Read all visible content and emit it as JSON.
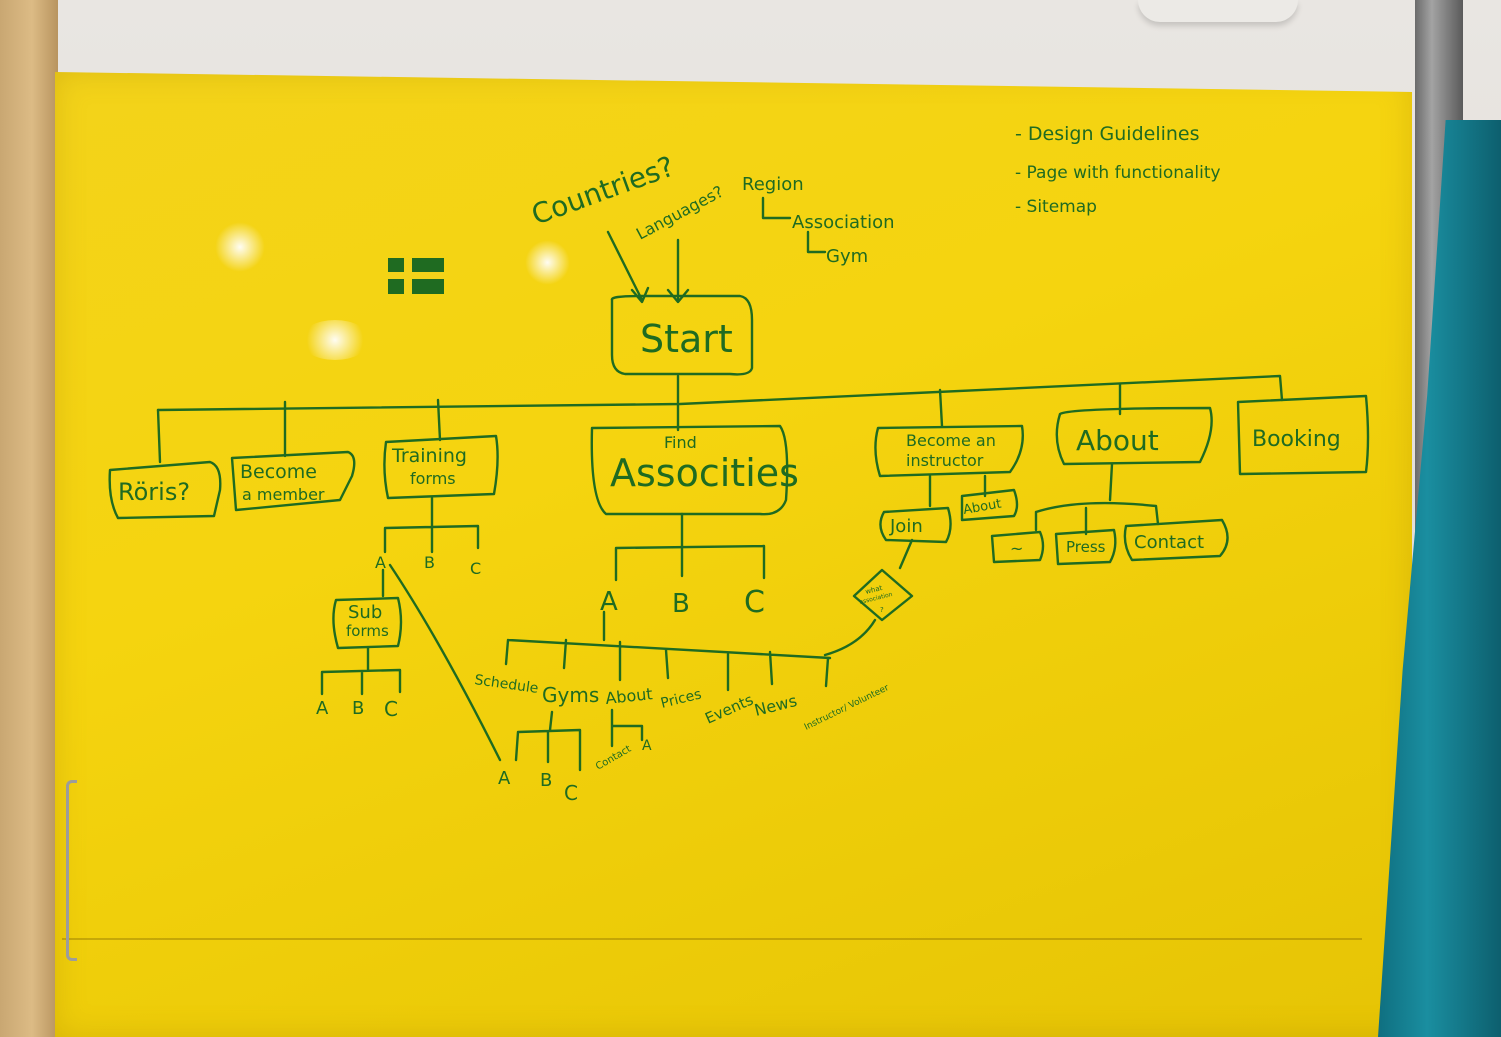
{
  "notes": [
    "- Design Guidelines",
    "- Page with functionality",
    "- Sitemap"
  ],
  "top": {
    "countries": "Countries?",
    "languages": "Languages?",
    "region": "Region",
    "association": "Association",
    "gym": "Gym"
  },
  "start": "Start",
  "level1": {
    "roris": "Röris?",
    "become_member": [
      "Become",
      "a member"
    ],
    "training_forms": [
      "Training",
      "forms"
    ],
    "find_associations": [
      "Find",
      "Associties"
    ],
    "become_instructor": [
      "Become an",
      "instructor"
    ],
    "about": "About",
    "booking": "Booking"
  },
  "training_children": [
    "A",
    "B",
    "C"
  ],
  "sub_forms": [
    "Sub",
    "forms"
  ],
  "sub_forms_children": [
    "A",
    "B",
    "C"
  ],
  "assoc_children": [
    "A",
    "B",
    "C"
  ],
  "assoc_a_children": [
    "Schedule",
    "Gyms",
    "About",
    "Prices",
    "Events",
    "News",
    "Instructor/ Volunteer"
  ],
  "gyms_children": [
    "A",
    "B",
    "C"
  ],
  "about_children": [
    "Contact",
    "A"
  ],
  "instructor_children": {
    "join": "Join",
    "about": "About",
    "what": [
      "what",
      "association",
      "?"
    ]
  },
  "about_children_top": [
    "~",
    "Press",
    "Contact"
  ],
  "colors": {
    "board": "#f3d31a",
    "ink": "#1f6b21",
    "flag_green": "#1f6b21"
  }
}
